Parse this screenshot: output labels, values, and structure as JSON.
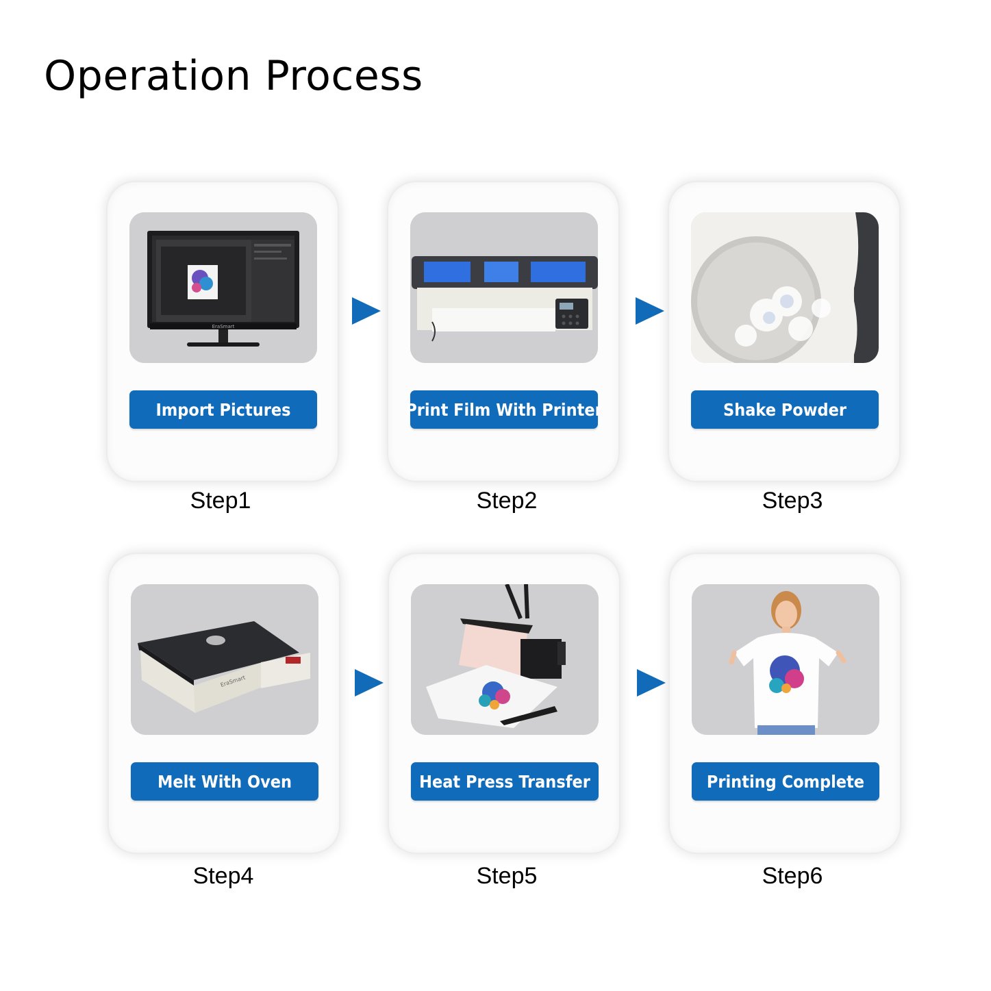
{
  "page": {
    "title": "Operation Process"
  },
  "colors": {
    "accent": "#106BBA",
    "card_bg": "#FCFCFC",
    "photo_bg": "#CFCFD1"
  },
  "steps": [
    {
      "label": "Step1",
      "button": "Import Pictures",
      "icon": "computer-monitor-icon",
      "monitor_brand": "EraSmart"
    },
    {
      "label": "Step2",
      "button": "Print Film With Printer",
      "icon": "printer-icon"
    },
    {
      "label": "Step3",
      "button": "Shake Powder",
      "icon": "powder-tray-icon"
    },
    {
      "label": "Step4",
      "button": "Melt With Oven",
      "icon": "oven-icon",
      "oven_brand": "EraSmart"
    },
    {
      "label": "Step5",
      "button": "Heat Press Transfer",
      "icon": "heat-press-icon"
    },
    {
      "label": "Step6",
      "button": "Printing Complete",
      "icon": "printed-shirt-icon"
    }
  ],
  "arrows": [
    "arrow-right-icon",
    "arrow-right-icon",
    "arrow-right-icon",
    "arrow-right-icon"
  ]
}
